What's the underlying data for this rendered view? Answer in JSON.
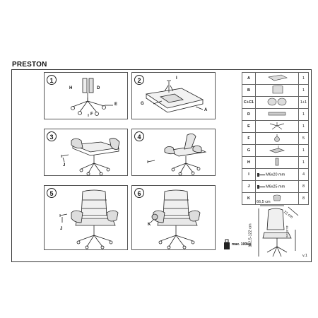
{
  "title": "PRESTON",
  "steps": [
    {
      "number": "1",
      "labels": [
        "H",
        "D",
        "E",
        "F"
      ]
    },
    {
      "number": "2",
      "labels": [
        "I",
        "G",
        "A"
      ]
    },
    {
      "number": "3",
      "labels": [
        "J"
      ]
    },
    {
      "number": "4",
      "labels": []
    },
    {
      "number": "5",
      "labels": [
        "J"
      ]
    },
    {
      "number": "6",
      "labels": [
        "K"
      ]
    }
  ],
  "parts": [
    {
      "id": "A",
      "icon": "seat-icon",
      "qty": "1"
    },
    {
      "id": "B",
      "icon": "backrest-icon",
      "qty": "1"
    },
    {
      "id": "C+C1",
      "icon": "armrest-icon",
      "qty": "1+1"
    },
    {
      "id": "D",
      "icon": "gas-lift-icon",
      "qty": "1"
    },
    {
      "id": "E",
      "icon": "base-icon",
      "qty": "1"
    },
    {
      "id": "F",
      "icon": "caster-icon",
      "qty": "5"
    },
    {
      "id": "G",
      "icon": "mechanism-icon",
      "qty": "1"
    },
    {
      "id": "H",
      "icon": "cover-icon",
      "qty": "1"
    },
    {
      "id": "I",
      "icon": "bolt-icon",
      "spec": "M6x20 mm",
      "qty": "4"
    },
    {
      "id": "J",
      "icon": "bolt-icon",
      "spec": "M6x25 mm",
      "qty": "8"
    },
    {
      "id": "K",
      "icon": "cap-icon",
      "qty": "8"
    }
  ],
  "dimensions": {
    "width": "66,5 cm",
    "depth": "72 cm",
    "height": "112,5-122 cm",
    "seat_height": "48-55 cm"
  },
  "max_load": "max. 100kg",
  "version": "v.1"
}
